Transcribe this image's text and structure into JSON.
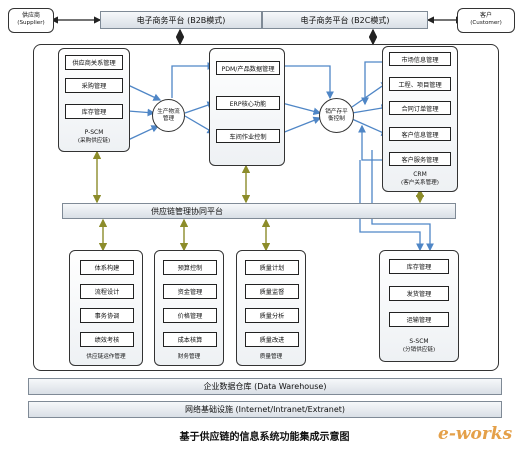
{
  "top": {
    "supplier_line1": "供应商",
    "supplier_line2": "(Supplier)",
    "b2b": "电子商务平台 (B2B模式)",
    "b2c": "电子商务平台 (B2C模式)",
    "customer_line1": "客户",
    "customer_line2": "(Customer)"
  },
  "pscm": {
    "items": [
      "供应商关系管理",
      "采购管理",
      "库存管理"
    ],
    "title": "P-SCM",
    "subtitle": "(采购供应链)"
  },
  "circles": {
    "production_line1": "生产物流",
    "production_line2": "管理",
    "sales_line1": "销产存平",
    "sales_line2": "衡控制"
  },
  "center": {
    "items": [
      "PDM/产品数据管理",
      "ERP核心功能",
      "车间作业控制"
    ]
  },
  "crm": {
    "items": [
      "市场信息管理",
      "工程、项目管理",
      "合同订单管理",
      "客户信息管理",
      "客户服务管理"
    ],
    "title": "CRM",
    "subtitle": "(客户关系管理)"
  },
  "platform": "供应链管理协同平台",
  "groups": [
    {
      "items": [
        "体系构建",
        "流程设计",
        "事务协调",
        "绩效考核"
      ],
      "label": "供应链运作管理"
    },
    {
      "items": [
        "预算控制",
        "资金管理",
        "价格管理",
        "成本核算"
      ],
      "label": "财务管理"
    },
    {
      "items": [
        "质量计划",
        "质量监督",
        "质量分析",
        "质量改进"
      ],
      "label": "质量管理"
    }
  ],
  "sscm": {
    "items": [
      "库存管理",
      "发货管理",
      "运输管理"
    ],
    "title": "S-SCM",
    "subtitle": "(分销供应链)"
  },
  "warehouse": "企业数据仓库 (Data Warehouse)",
  "network": "网络基础设施 (Internet/Intranet/Extranet)",
  "caption": "基于供应链的信息系统功能集成示意图",
  "watermark": "e-works",
  "colors": {
    "arrow_blue": "#4f86c6",
    "arrow_olive": "#8c8c2a"
  }
}
